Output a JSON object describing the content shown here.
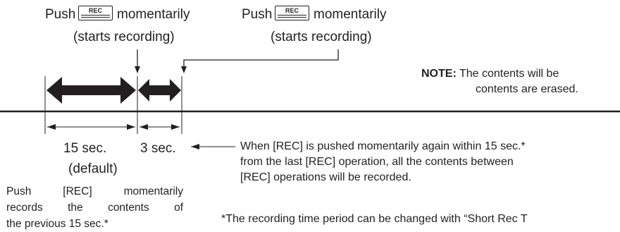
{
  "top_left": {
    "push_word": "Push",
    "key_label": "REC",
    "momentarily": "momentarily",
    "sub": "(starts recording)"
  },
  "top_right": {
    "push_word": "Push",
    "key_label": "REC",
    "momentarily": "momentarily",
    "sub": "(starts recording)"
  },
  "note": {
    "label": "NOTE:",
    "line1": "The contents will be",
    "line2": "contents are erased."
  },
  "durations": {
    "first": "15 sec.",
    "first_sub": "(default)",
    "second": "3 sec."
  },
  "left_caption": {
    "line1": "Push [REC] momentarily",
    "line2": "records the contents of",
    "line3": "the previous 15 sec.*"
  },
  "right_caption": {
    "line1": "When [REC] is pushed momentarily again within 15 sec.*",
    "line2": "from the last [REC] operation, all the contents between",
    "line3": "[REC] operations will be recorded."
  },
  "footnote": "*The recording time period can be changed with “Short Rec T"
}
